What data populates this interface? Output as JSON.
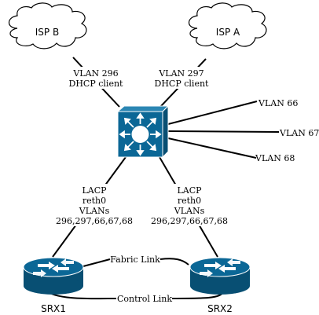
{
  "clouds": {
    "isp_b": "ISP B",
    "isp_a": "ISP A"
  },
  "uplinks": {
    "isp_b": {
      "line1": "VLAN 296",
      "line2": "DHCP client"
    },
    "isp_a": {
      "line1": "VLAN 297",
      "line2": "DHCP client"
    }
  },
  "vlans": [
    "VLAN 66",
    "VLAN 67",
    "VLAN 68"
  ],
  "downlinks": {
    "left": {
      "line1": "LACP",
      "line2": "reth0",
      "line3": "VLANs",
      "line4": "296,297,66,67,68"
    },
    "right": {
      "line1": "LACP",
      "line2": "reth0",
      "line3": "VLANs",
      "line4": "296,297,66,67,68"
    }
  },
  "firewalls": {
    "srx1": "SRX1",
    "srx2": "SRX2"
  },
  "cluster_links": {
    "fabric": "Fabric Link",
    "control": "Control Link"
  },
  "colors": {
    "device_blue": "#0b6796",
    "device_dark": "#084f73",
    "device_light": "#2b86b3"
  }
}
